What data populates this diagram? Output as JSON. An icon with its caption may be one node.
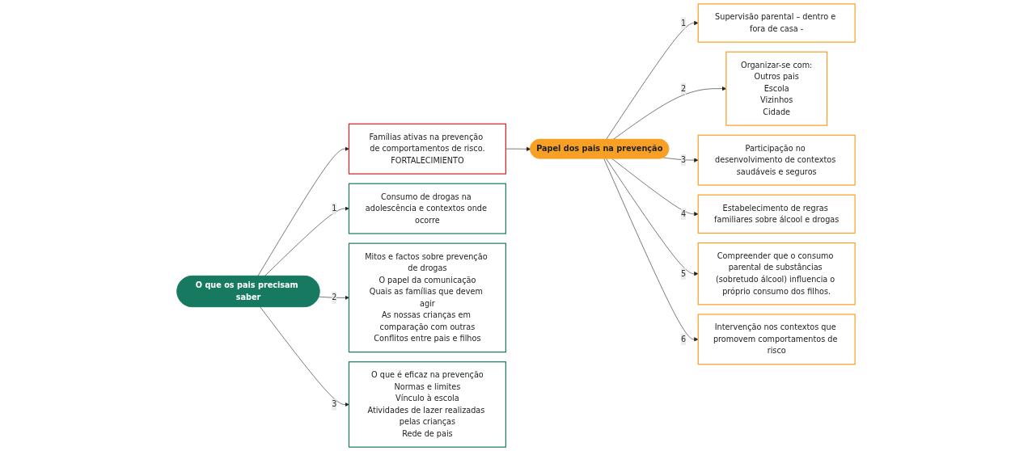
{
  "diagram": {
    "nodes": [
      {
        "text": [
          "Famílias ativas na prevenção de comportamentos de risco.",
          "FORTALECIMIENTO"
        ]
      },
      {
        "text": [
          "Consumo de drogas na adolescência e contextos onde ocorre"
        ]
      },
      {
        "text": [
          "Mitos e factos sobre prevenção de drogas",
          "O papel da comunicação",
          "Quais as famílias que devem agir",
          "As nossas crianças em comparação com outras",
          "Conflitos entre pais e filhos"
        ]
      },
      {
        "text": [
          "O que os pais precisam saber"
        ]
      },
      {
        "text": [
          "O que é eficaz na prevenção",
          "Normas e limites",
          "Vínculo à escola",
          "Atividades de lazer realizadas pelas crianças",
          "Rede de pais"
        ]
      },
      {
        "text": [
          "Papel dos pais na prevenção"
        ]
      },
      {
        "text": [
          "Supervisão parental – dentro e fora de casa -"
        ]
      },
      {
        "text": [
          "Organizar-se com:",
          "Outros pais",
          "Escola",
          "Vizinhos",
          "Cidade"
        ]
      },
      {
        "text": [
          "Participação no desenvolvimento de contextos saudáveis e seguros"
        ]
      },
      {
        "text": [
          "Intervenção nos contextos que promovem comportamentos de risco"
        ]
      },
      {
        "text": [
          "Estabelecimento de regras familiares sobre álcool e drogas"
        ]
      },
      {
        "text": [
          "Compreender que o consumo parental de substâncias (sobretudo álcool) influencia o próprio consumo dos filhos."
        ]
      }
    ],
    "edges": [
      {
        "from": 3,
        "to": 1,
        "arrow": "to",
        "label": "1"
      },
      {
        "from": 3,
        "to": 2,
        "arrow": "to",
        "label": "2"
      },
      {
        "from": 3,
        "to": 4,
        "arrow": "to",
        "label": "3"
      },
      {
        "from": 3,
        "to": 0,
        "arrow": "to"
      },
      {
        "from": 0,
        "to": 5,
        "arrow": "to"
      },
      {
        "from": 5,
        "to": 6,
        "arrow": "to",
        "label": "1"
      },
      {
        "from": 5,
        "to": 7,
        "arrow": "to",
        "label": "2"
      },
      {
        "from": 5,
        "to": 8,
        "arrow": "to",
        "label": "3"
      },
      {
        "from": 5,
        "to": 10,
        "arrow": "to",
        "label": "4"
      },
      {
        "from": 5,
        "to": 11,
        "arrow": "to",
        "label": "5"
      },
      {
        "from": 5,
        "to": 9,
        "arrow": "to",
        "label": "6"
      }
    ]
  }
}
